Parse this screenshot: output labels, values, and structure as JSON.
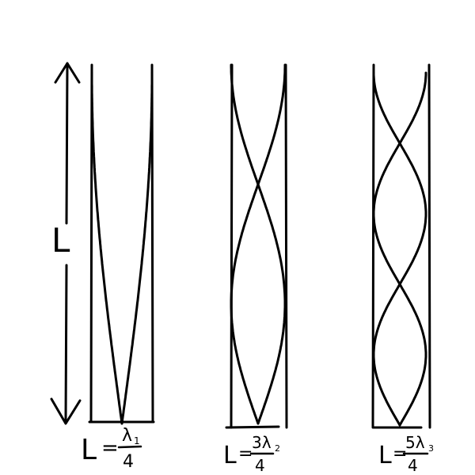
{
  "length_label": "L",
  "tubes": [
    {
      "name": "tube-1",
      "formula": {
        "lhs": "L",
        "eq": "=",
        "numerator": "λ",
        "subscript": "1",
        "denominator": "4"
      },
      "quarter_wavelengths": 1
    },
    {
      "name": "tube-2",
      "formula": {
        "lhs": "L",
        "eq": "=",
        "numerator": "3λ",
        "subscript": "2",
        "denominator": "4"
      },
      "quarter_wavelengths": 3
    },
    {
      "name": "tube-3",
      "formula": {
        "lhs": "L",
        "eq": "=",
        "numerator": "5λ",
        "subscript": "3",
        "denominator": "4"
      },
      "quarter_wavelengths": 5
    }
  ],
  "colors": {
    "ink": "#000000",
    "background": "#ffffff"
  }
}
